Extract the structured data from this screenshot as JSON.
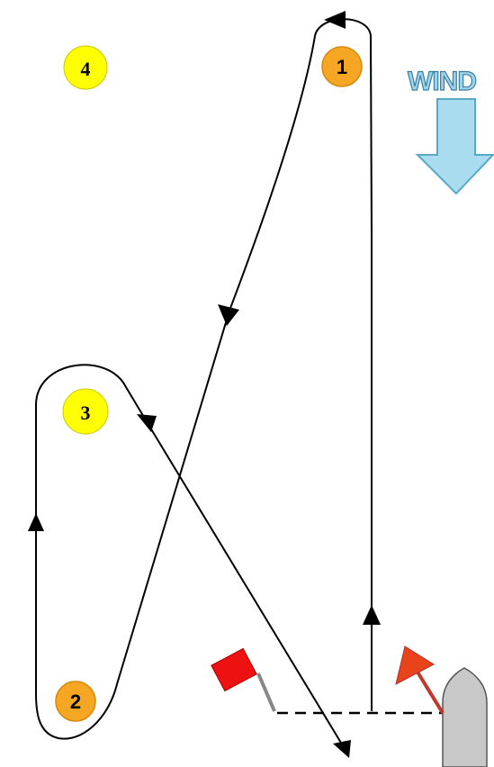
{
  "marks": [
    {
      "label": "1",
      "fill": "#f5a623"
    },
    {
      "label": "2",
      "fill": "#f5a623"
    },
    {
      "label": "3",
      "fill": "#ffff00"
    },
    {
      "label": "4",
      "fill": "#ffff00"
    }
  ],
  "wind": {
    "label": "WIND",
    "arrow_fill": "#a9dcef",
    "arrow_stroke": "#5aa8c8",
    "text_color": "#9fd3ea",
    "text_stroke": "#3a7fa0"
  },
  "course_line_color": "#000000",
  "start_line": {
    "flag_color": "#ee1111",
    "committee_boat_color": "#c8c8c8",
    "orange_flag_color": "#e8431a"
  }
}
